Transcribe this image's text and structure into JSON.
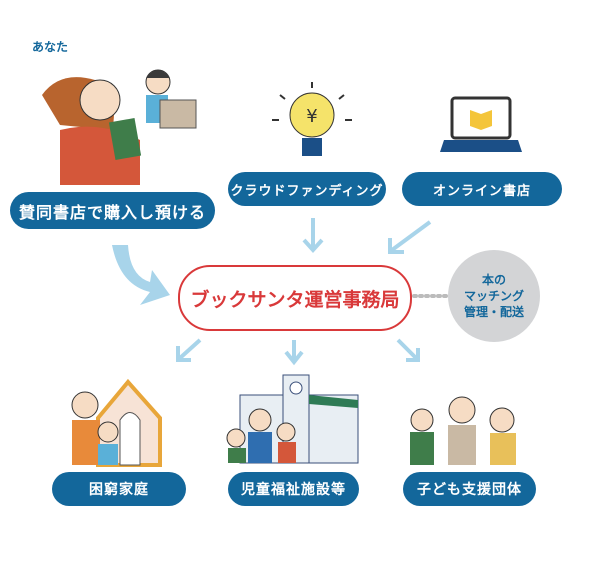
{
  "you_label": "あなた",
  "sources": {
    "bookstore": "賛同書店で購入し預ける",
    "crowdfunding": "クラウドファンディング",
    "online": "オンライン書店"
  },
  "office": "ブックサンタ運営事務局",
  "matching": {
    "line1": "本の",
    "line2": "マッチング",
    "line3": "管理・配送"
  },
  "recipients": {
    "families": "困窮家庭",
    "welfare": "児童福祉施設等",
    "groups": "子ども支援団体"
  },
  "colors": {
    "pill": "#13679b",
    "arrow": "#a8d4ea",
    "office": "#d9393a"
  }
}
